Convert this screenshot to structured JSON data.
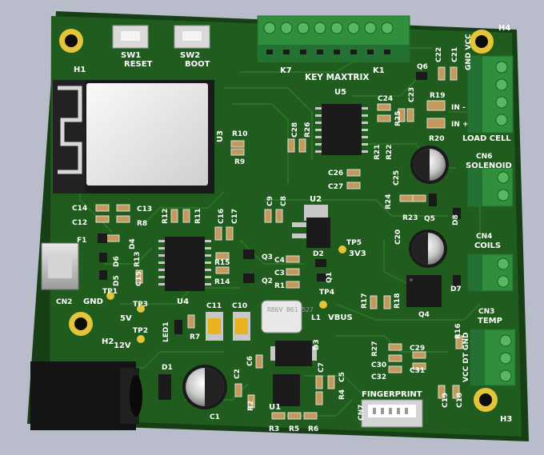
{
  "colors": {
    "background": "#b9bdcb",
    "board": "#1f5c1d",
    "board_edge": "#163f15",
    "trace": "#2a7226",
    "silkscreen": "#ffffff",
    "copper_ring": "#e4c53a",
    "terminal_green": "#2f8f3d",
    "chip_black": "#1b1b1b",
    "smd_cap": "#c49a5a"
  },
  "labels": {
    "h1": "H1",
    "h2": "H2",
    "h3": "H3",
    "h4": "H4",
    "sw1": "SW1",
    "reset": "RESET",
    "sw2": "SW2",
    "boot": "BOOT",
    "k7": "K7",
    "k1": "K1",
    "key_matrix": "KEY MAXTRIX",
    "u1": "U1",
    "u2": "U2",
    "u3": "U3",
    "u4": "U4",
    "u5": "U5",
    "q1": "Q1",
    "q2": "Q2",
    "q3": "Q3",
    "q4": "Q4",
    "q5": "Q5",
    "q6": "Q6",
    "c1": "C1",
    "c2": "C2",
    "c3": "C3",
    "c4": "C4",
    "c5": "C5",
    "c6": "C6",
    "c7": "C7",
    "c8": "C8",
    "c9": "C9",
    "c10": "C10",
    "c11": "C11",
    "c12": "C12",
    "c13": "C13",
    "c14": "C14",
    "c15": "C15",
    "c16": "C16",
    "c17": "C17",
    "c18": "C18",
    "c19": "C19",
    "c20": "C20",
    "c21": "C21",
    "c22": "C22",
    "c23": "C23",
    "c24": "C24",
    "c25": "C25",
    "c26": "C26",
    "c27": "C27",
    "c28": "C28",
    "c29": "C29",
    "c30": "C30",
    "c31": "C31",
    "c32": "C32",
    "r1": "R1",
    "r2": "R2",
    "r3": "R3",
    "r4": "R4",
    "r5": "R5",
    "r6": "R6",
    "r7": "R7",
    "r8": "R8",
    "r9": "R9",
    "r10": "R10",
    "r11": "R11",
    "r12": "R12",
    "r13": "R13",
    "r14": "R14",
    "r15": "R15",
    "r16": "R16",
    "r17": "R17",
    "r18": "R18",
    "r19": "R19",
    "r20": "R20",
    "r21": "R21",
    "r22": "R22",
    "r23": "R23",
    "r24": "R24",
    "r25": "R25",
    "r26": "R26",
    "r27": "R27",
    "d1": "D1",
    "d2": "D2",
    "d3": "D3",
    "d4": "D4",
    "d5": "D5",
    "d6": "D6",
    "d7": "D7",
    "d8": "D8",
    "f1": "F1",
    "l1": "L1",
    "led1": "LED1",
    "tp1": "TP1",
    "tp2": "TP2",
    "tp3": "TP3",
    "tp4": "TP4",
    "tp5": "TP5",
    "gnd": "GND",
    "v5": "5V",
    "v12": "12V",
    "v3v3": "3V3",
    "vbus": "VBUS",
    "cn2": "CN2",
    "cn3": "CN3",
    "cn4": "CN4",
    "cn6": "CN6",
    "cn7": "CN7",
    "temp": "TEMP",
    "coils": "COILS",
    "solenoid": "SOLENOID",
    "load_cell": "LOAD CELL",
    "fingerprint": "FINGERPRINT",
    "vcc_dt_gnd": "VCC DT GND",
    "gnd_vcc": "GND VCC",
    "in_minus": "IN -",
    "in_plus": "IN +",
    "inductor_mark": "RB6V B61 527"
  }
}
